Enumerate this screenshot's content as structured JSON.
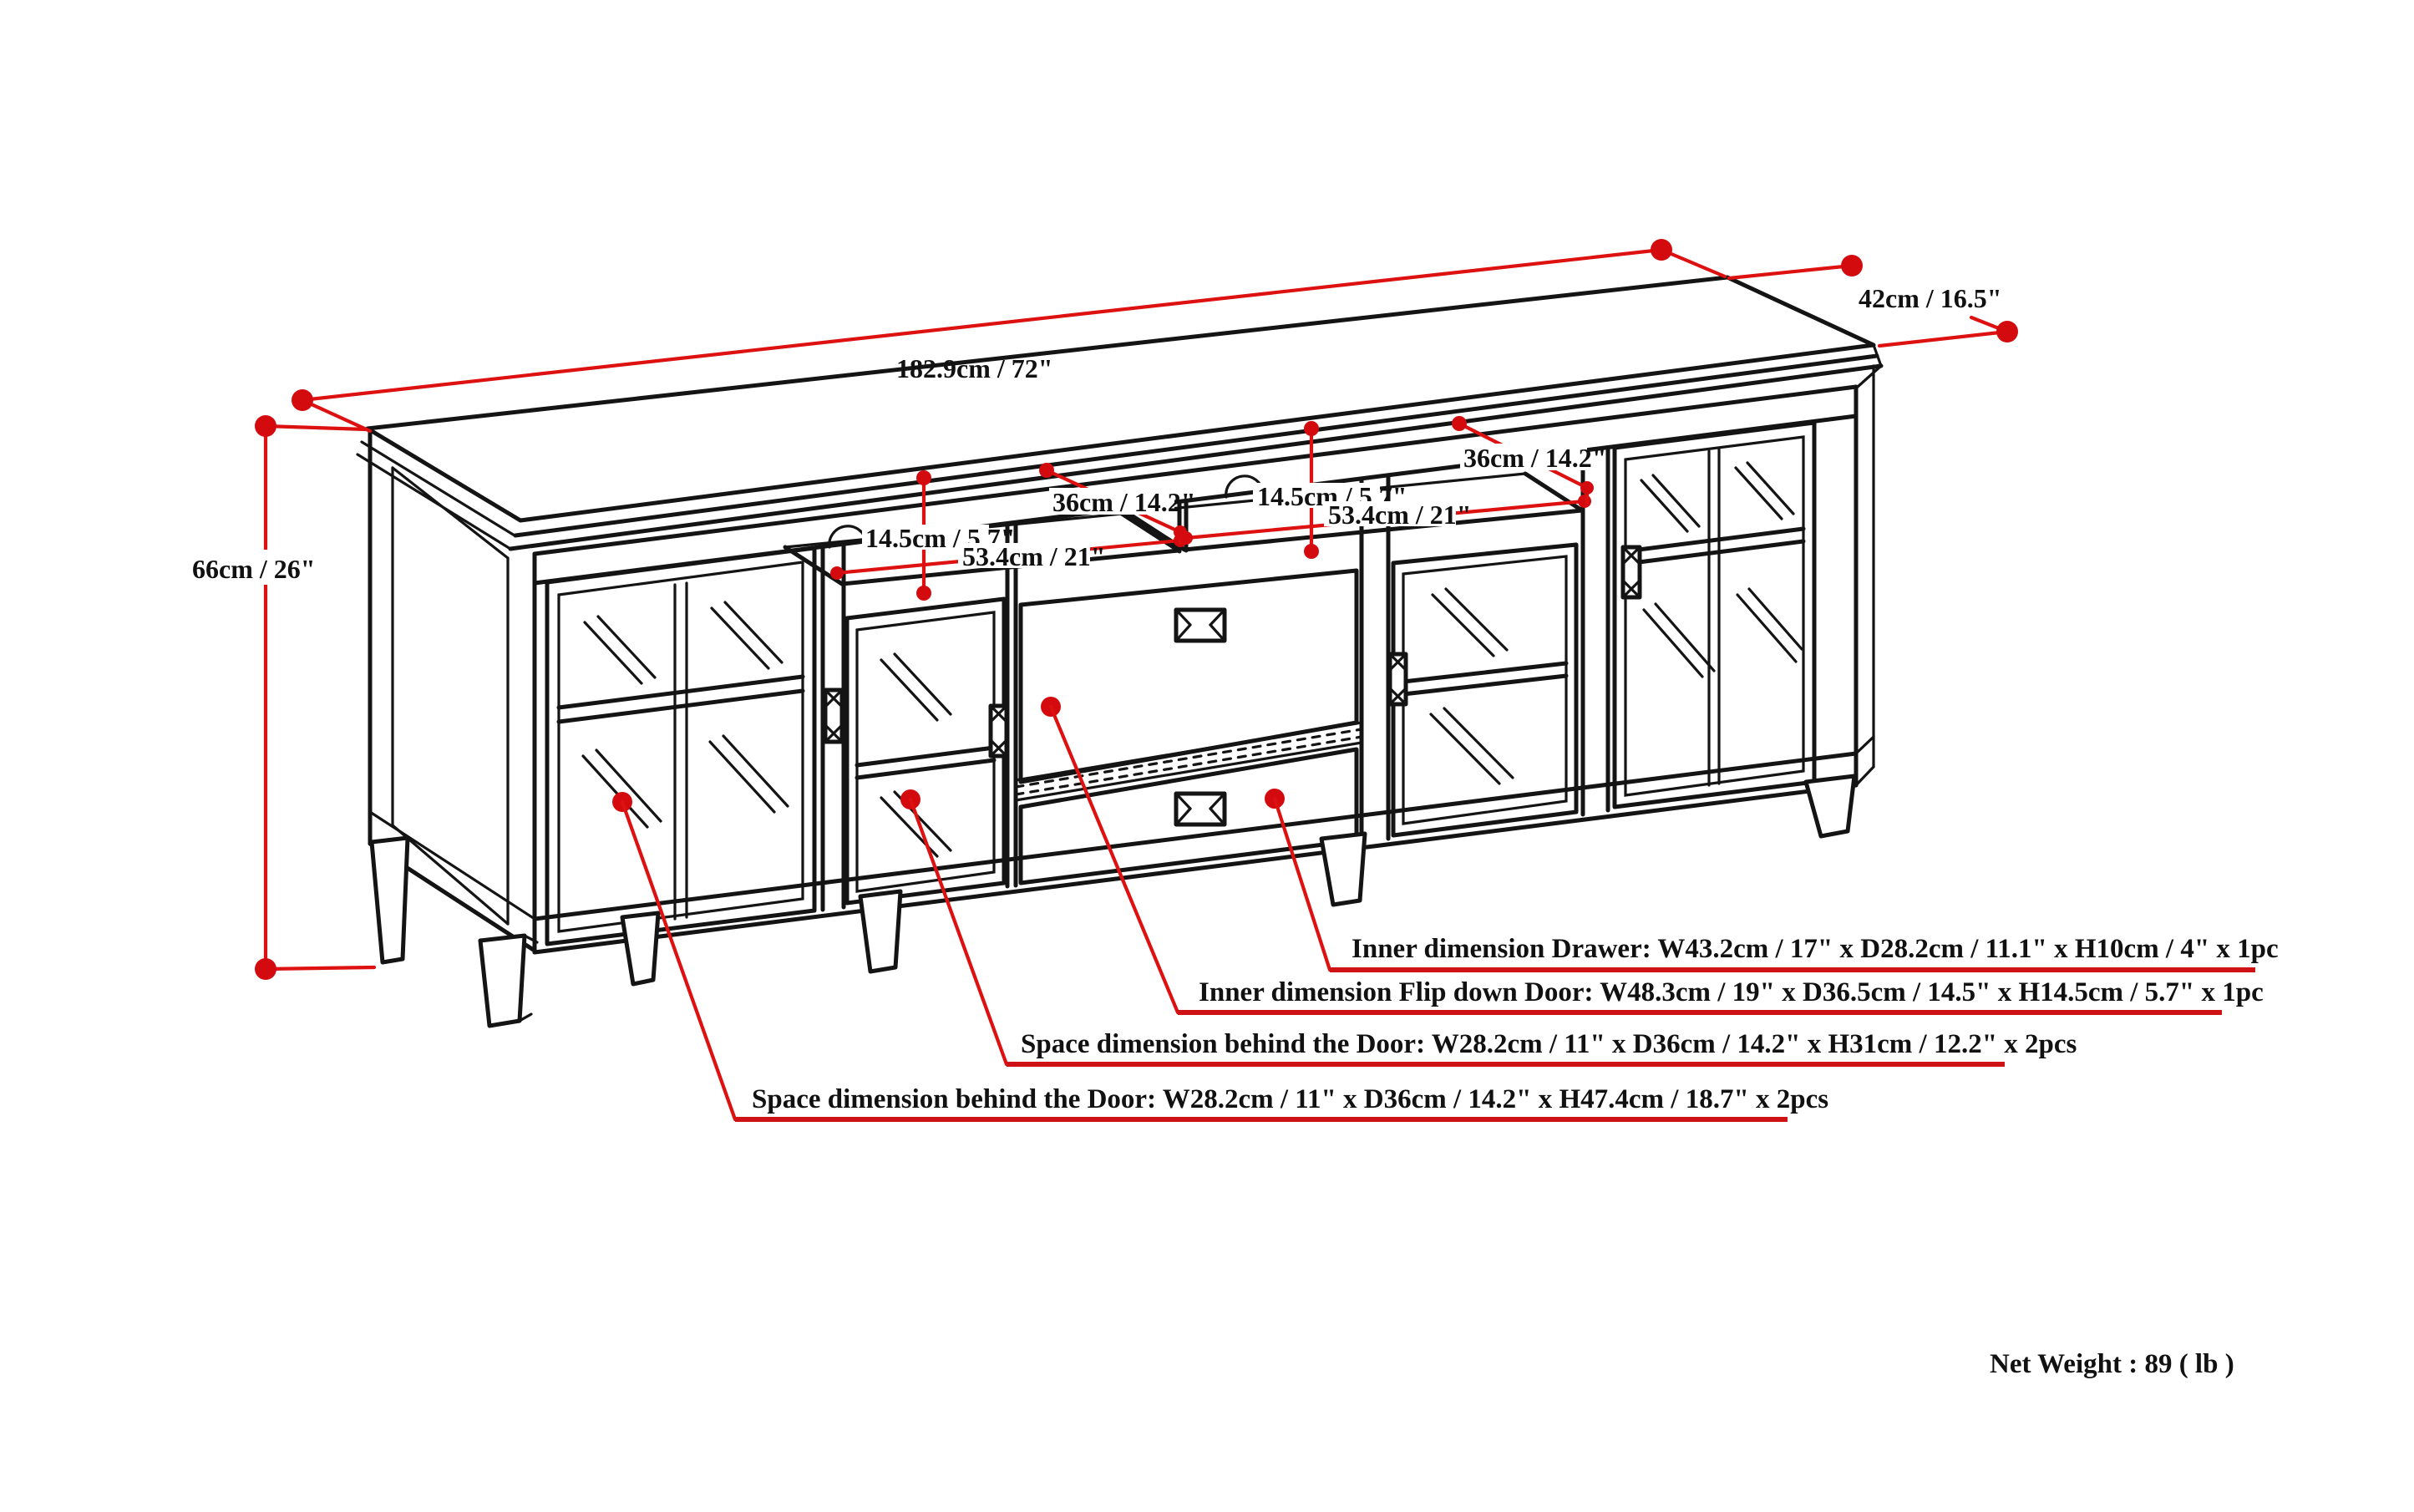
{
  "drawing": {
    "colors": {
      "line": "#141414",
      "dimension_red": "#de1111"
    },
    "overall": {
      "width_label": "182.9cm / 72\"",
      "depth_label": "42cm / 16.5\"",
      "height_label": "66cm / 26\""
    },
    "shelf_left": {
      "depth": "36cm / 14.2\"",
      "height": "14.5cm / 5.7\"",
      "width": "53.4cm / 21\""
    },
    "shelf_right": {
      "depth": "36cm / 14.2\"",
      "height": "14.5cm / 5.7\"",
      "width": "53.4cm / 21\""
    },
    "callouts": [
      {
        "target": "drawer",
        "label": "Inner dimension Drawer: W43.2cm / 17\" x D28.2cm / 11.1\" x H10cm / 4\" x 1pc"
      },
      {
        "target": "flip-down-door",
        "label": "Inner dimension Flip down Door: W48.3cm / 19\" x D36.5cm / 14.5\" x H14.5cm / 5.7\" x 1pc"
      },
      {
        "target": "center-door",
        "label": "Space dimension behind the Door: W28.2cm / 11\" x D36cm / 14.2\" x H31cm / 12.2\" x 2pcs"
      },
      {
        "target": "end-door",
        "label": "Space dimension behind the Door:  W28.2cm / 11\" x D36cm / 14.2\" x H47.4cm / 18.7\" x 2pcs"
      }
    ],
    "net_weight": "Net Weight : 89 ( lb )"
  }
}
